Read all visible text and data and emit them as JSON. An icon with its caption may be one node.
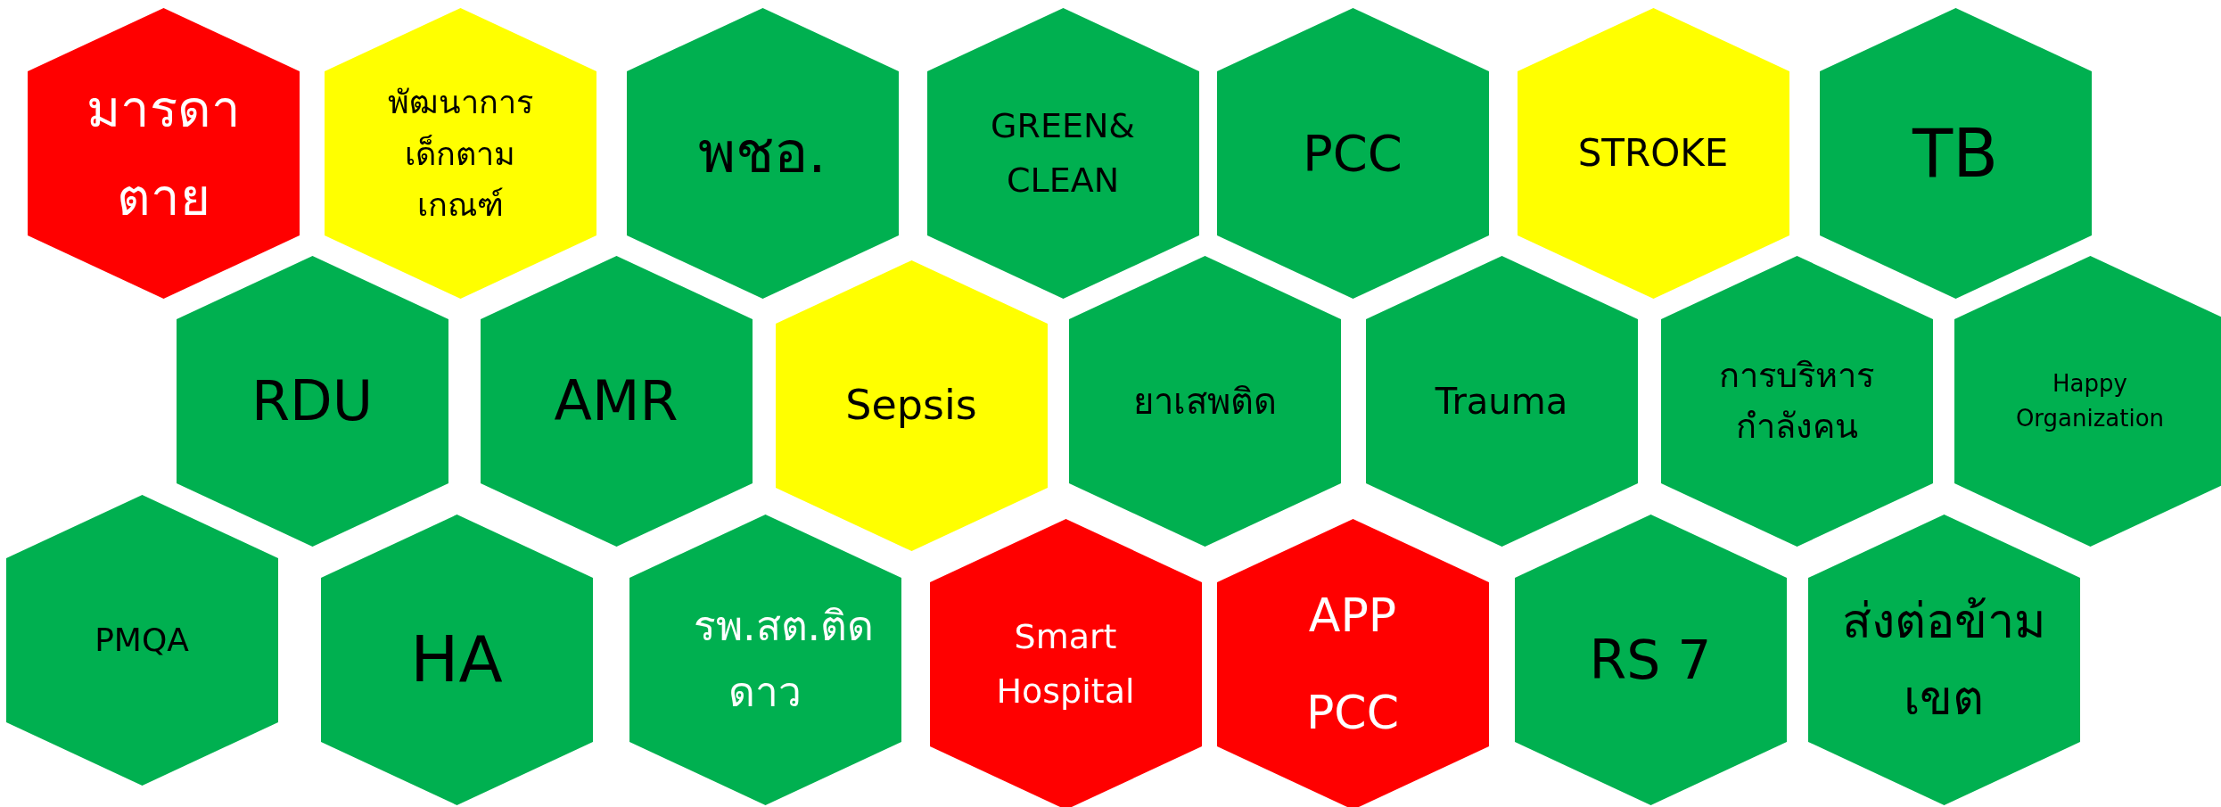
{
  "diagram": {
    "nodes": [
      {
        "text": [
          "มารดาตาย"
        ]
      },
      {
        "text": [
          "พัฒนาการเด็กตามเกณฑ์"
        ]
      },
      {
        "text": [
          "พชอ."
        ]
      },
      {
        "text": [
          "GREEN& CLEAN"
        ]
      },
      {
        "text": [
          "PCC"
        ]
      },
      {
        "text": [
          "STROKE"
        ]
      },
      {
        "text": [
          "TB"
        ]
      },
      {
        "text": [
          "RDU"
        ]
      },
      {
        "text": [
          "AMR"
        ]
      },
      {
        "text": [
          "Sepsis"
        ]
      },
      {
        "text": [
          "ยาเสพติด"
        ]
      },
      {
        "text": [
          "Trauma"
        ]
      },
      {
        "text": [
          "การบริหารกำลังคน"
        ]
      },
      {
        "text": [
          "Happy Organization"
        ]
      },
      {
        "text": [
          "PMQA"
        ]
      },
      {
        "text": [
          "HA"
        ]
      },
      {
        "text": [
          "รพ.สต.ติดดาว"
        ]
      },
      {
        "text": [
          "Smart Hospital"
        ]
      },
      {
        "text": [
          "APP PCC"
        ]
      },
      {
        "text": [
          "RS 7"
        ]
      },
      {
        "text": [
          "ส่งต่อข้ามเขต"
        ]
      }
    ]
  }
}
